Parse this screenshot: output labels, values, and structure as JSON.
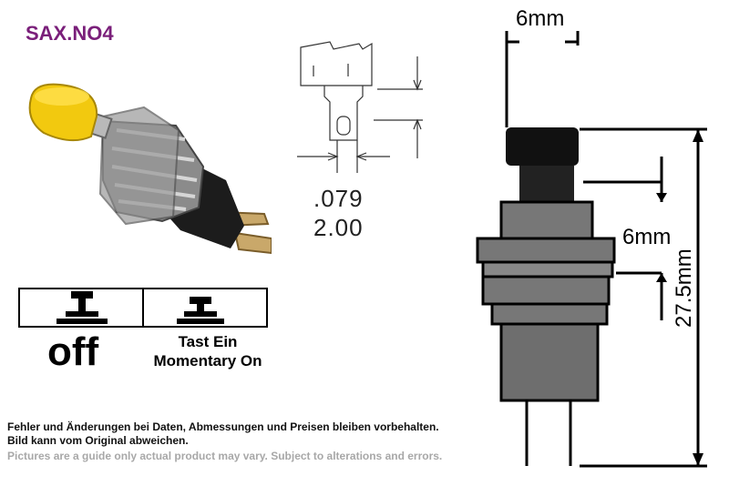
{
  "product_code": "SAX.NO4",
  "colors": {
    "brand": "#7a1f7a",
    "cap": "#f2c90f",
    "housing": "#6e6e6e"
  },
  "drawing": {
    "width_label": "6mm",
    "bushing_label": "6mm",
    "height_label": "27.5mm",
    "terminal_inch": ".079",
    "terminal_mm": "2.00"
  },
  "states": {
    "off_label": "off",
    "on_label_line1": "Tast Ein",
    "on_label_line2": "Momentary On"
  },
  "notes": {
    "de_line1": "Fehler und Änderungen bei Daten, Abmessungen und Preisen bleiben vorbehalten.",
    "de_line2": "Bild kann vom Original abweichen.",
    "en": "Pictures are a guide only actual product may vary. Subject to alterations and errors."
  }
}
